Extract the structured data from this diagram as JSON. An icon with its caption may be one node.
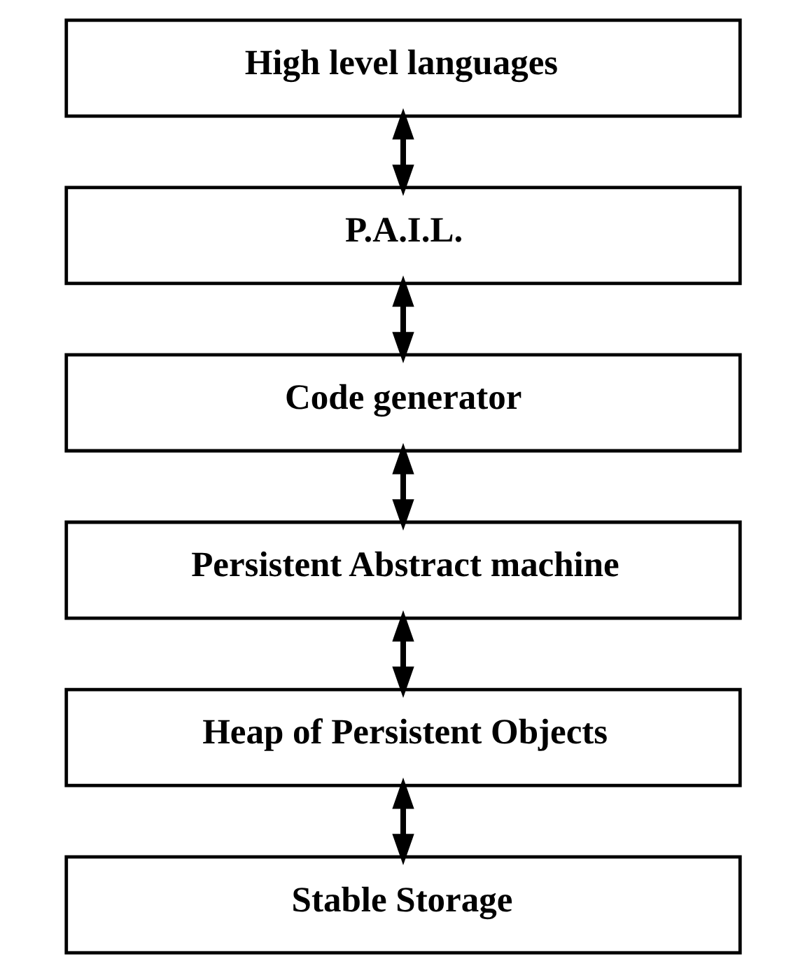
{
  "diagram": {
    "nodes": [
      {
        "text": [
          "High level languages"
        ]
      },
      {
        "text": [
          "P.A.I.L."
        ]
      },
      {
        "text": [
          "Code generator"
        ]
      },
      {
        "text": [
          "Persistent Abstract machine"
        ]
      },
      {
        "text": [
          "Heap of Persistent Objects"
        ]
      },
      {
        "text": [
          "Stable Storage"
        ]
      }
    ],
    "edges": [
      {
        "from": 0,
        "to": 1,
        "arrow": "both"
      },
      {
        "from": 1,
        "to": 2,
        "arrow": "both"
      },
      {
        "from": 2,
        "to": 3,
        "arrow": "both"
      },
      {
        "from": 3,
        "to": 4,
        "arrow": "both"
      },
      {
        "from": 4,
        "to": 5,
        "arrow": "both"
      }
    ]
  }
}
